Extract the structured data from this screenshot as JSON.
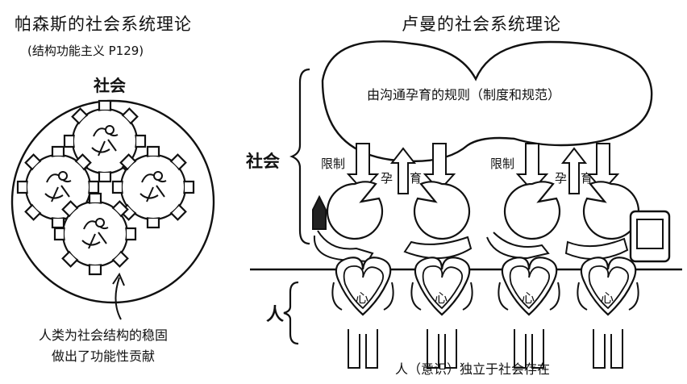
{
  "left": {
    "title": "帕森斯的社会系统理论",
    "subtitle": "(结构功能主义 P129)",
    "society_label": "社会",
    "caption_line1": "人类为社会结构的稳固",
    "caption_line2": "做出了功能性贡献"
  },
  "right": {
    "title": "卢曼的社会系统理论",
    "cloud_text": "由沟通孕育的规则（制度和规范）",
    "society_label": "社会",
    "restrict_label": "限制",
    "nurture_char1": "孕",
    "nurture_char2": "育",
    "person_label": "人",
    "heart_label": "心",
    "bottom_caption": "人（意识）独立于社会存在"
  }
}
